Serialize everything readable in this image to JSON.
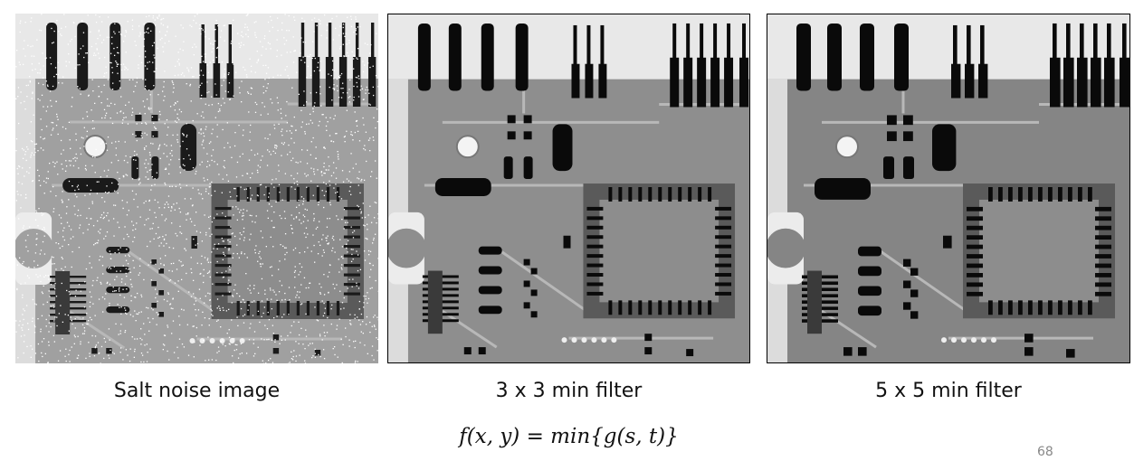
{
  "panels": [
    {
      "id": "salt",
      "caption": "Salt noise image",
      "noise": true,
      "pin_scale": 0.8,
      "bg": "#a0a0a0"
    },
    {
      "id": "min3",
      "caption": "3 x 3 min filter",
      "noise": false,
      "pin_scale": 1.0,
      "bg": "#8e8e8e"
    },
    {
      "id": "min5",
      "caption": "5 x 5 min filter",
      "noise": false,
      "pin_scale": 1.2,
      "bg": "#858585"
    }
  ],
  "formula": "f(x, y) = min{g(s, t)}",
  "page_number": "68"
}
